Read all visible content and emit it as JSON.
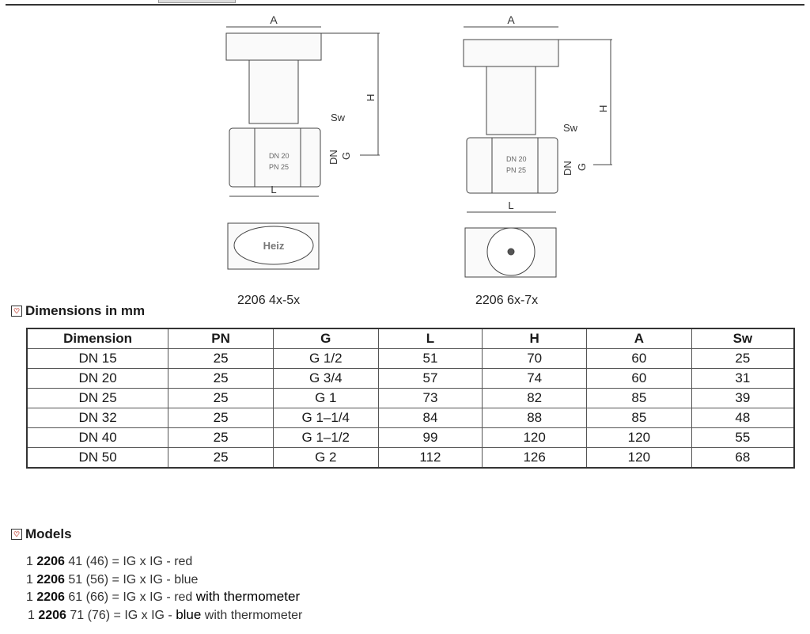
{
  "drawings": [
    {
      "caption": "2206 4x-5x",
      "labels": {
        "a": "A",
        "h": "H",
        "sw": "Sw",
        "dn": "DN",
        "g": "G",
        "l": "L"
      },
      "handle_text": "Heiz"
    },
    {
      "caption": "2206 6x-7x",
      "labels": {
        "a": "A",
        "h": "H",
        "sw": "Sw",
        "dn": "DN",
        "g": "G",
        "l": "L"
      }
    }
  ],
  "dimensions": {
    "title": "Dimensions in mm",
    "headers": [
      "Dimension",
      "PN",
      "G",
      "L",
      "H",
      "A",
      "Sw"
    ],
    "rows": [
      [
        "DN 15",
        "25",
        "G 1/2",
        "51",
        "70",
        "60",
        "25"
      ],
      [
        "DN 20",
        "25",
        "G 3/4",
        "57",
        "74",
        "60",
        "31"
      ],
      [
        "DN 25",
        "25",
        "G 1",
        "73",
        "82",
        "85",
        "39"
      ],
      [
        "DN 32",
        "25",
        "G 1–1/4",
        "84",
        "88",
        "85",
        "48"
      ],
      [
        "DN 40",
        "25",
        "G 1–1/2",
        "99",
        "120",
        "120",
        "55"
      ],
      [
        "DN 50",
        "25",
        "G 2",
        "112",
        "126",
        "120",
        "68"
      ]
    ]
  },
  "models": {
    "title": "Models",
    "items": [
      {
        "prefix": "1 ",
        "code": "2206",
        "rest": " 41 (46) = IG x IG - red",
        "extra": "",
        "tail": ""
      },
      {
        "prefix": "1 ",
        "code": "2206",
        "rest": " 51 (56) = IG x IG - blue",
        "extra": "",
        "tail": ""
      },
      {
        "prefix": "1 ",
        "code": "2206",
        "rest": " 61 (66) = IG x IG - red ",
        "extra": "with thermometer",
        "tail": ""
      },
      {
        "prefix": "1 ",
        "code": "2206",
        "rest": " 71 (76) = IG x IG - ",
        "extra": "blue",
        "tail": " with thermometer"
      }
    ]
  }
}
